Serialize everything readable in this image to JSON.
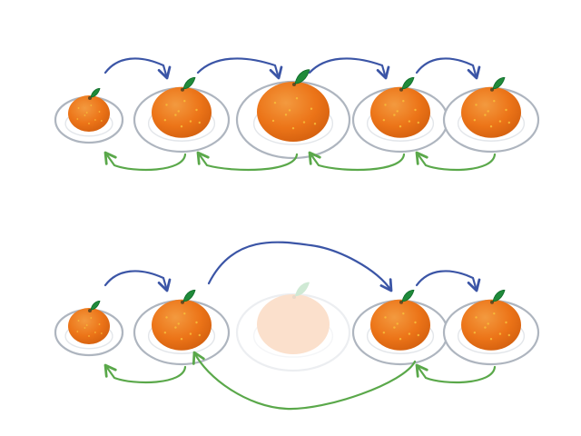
{
  "colors": {
    "background": "#ffffff",
    "orange": "#ec7418",
    "orange_shadow": "#d4600f",
    "orange_highlight": "#f39a3f",
    "speckle": "#f7c03a",
    "leaf": "#1f8a3a",
    "leaf_dark": "#0f6b2a",
    "stem": "#6b4a1f",
    "plate_rim": "#aeb5bf",
    "plate_fill": "#ffffff",
    "forward_arrow": "#3b55a6",
    "backward_arrow": "#5aa84a",
    "faded_orange": "#fbe0cc",
    "faded_leaf": "#cfe9d4",
    "faded_plate": "#eceef1"
  },
  "diagram": {
    "rows": [
      {
        "id": "top-row",
        "oranges": [
          {
            "size": "small",
            "state": "present"
          },
          {
            "size": "medium",
            "state": "present"
          },
          {
            "size": "large",
            "state": "present"
          },
          {
            "size": "medium",
            "state": "present"
          },
          {
            "size": "medium",
            "state": "present"
          }
        ],
        "forward_arrows": [
          [
            0,
            1
          ],
          [
            1,
            2
          ],
          [
            2,
            3
          ],
          [
            3,
            4
          ]
        ],
        "backward_arrows": [
          [
            1,
            0
          ],
          [
            2,
            1
          ],
          [
            3,
            2
          ],
          [
            4,
            3
          ]
        ]
      },
      {
        "id": "bottom-row",
        "oranges": [
          {
            "size": "small",
            "state": "present"
          },
          {
            "size": "medium",
            "state": "present"
          },
          {
            "size": "large",
            "state": "removed"
          },
          {
            "size": "medium",
            "state": "present"
          },
          {
            "size": "medium",
            "state": "present"
          }
        ],
        "forward_arrows": [
          [
            0,
            1
          ],
          [
            1,
            3
          ],
          [
            3,
            4
          ]
        ],
        "backward_arrows": [
          [
            1,
            0
          ],
          [
            3,
            1
          ],
          [
            4,
            3
          ]
        ]
      }
    ]
  }
}
